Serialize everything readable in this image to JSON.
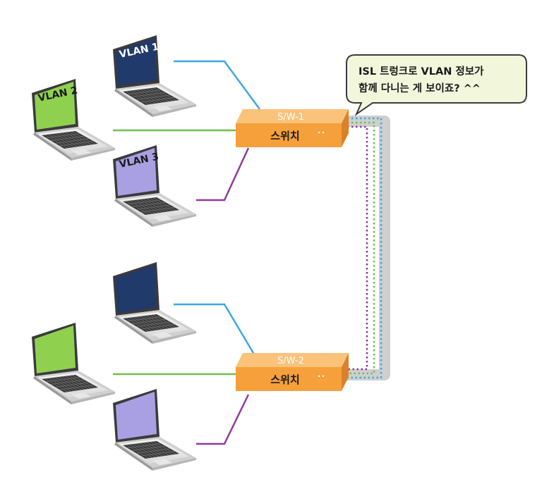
{
  "laptops_top": [
    {
      "label": "VLAN 1",
      "screen_color": "#1f3a6b",
      "label_color": "#ffffff"
    },
    {
      "label": "VLAN 2",
      "screen_color": "#8fd14f",
      "label_color": "#1a1a1a"
    },
    {
      "label": "VLAN 3",
      "screen_color": "#a9a0e3",
      "label_color": "#1a1a1a"
    }
  ],
  "laptops_bottom": [
    {
      "screen_color": "#1f3a6b"
    },
    {
      "screen_color": "#8fd14f"
    },
    {
      "screen_color": "#a9a0e3"
    }
  ],
  "switches": [
    {
      "name": "S/W-1",
      "title": "스위치"
    },
    {
      "name": "S/W-2",
      "title": "스위치"
    }
  ],
  "link_colors": {
    "vlan1": "#3ea8e0",
    "vlan2": "#6fc04a",
    "vlan3": "#8e3b9b",
    "trunk_bg": "#cfcfcf"
  },
  "switch_color": "#f5a03a",
  "bubble": {
    "line1": "ISL 트렁크로 VLAN 정보가",
    "line2": "함께 다니는 게 보이죠? ^^",
    "fill": "#f2f7dc",
    "border": "#3b3b3b"
  }
}
